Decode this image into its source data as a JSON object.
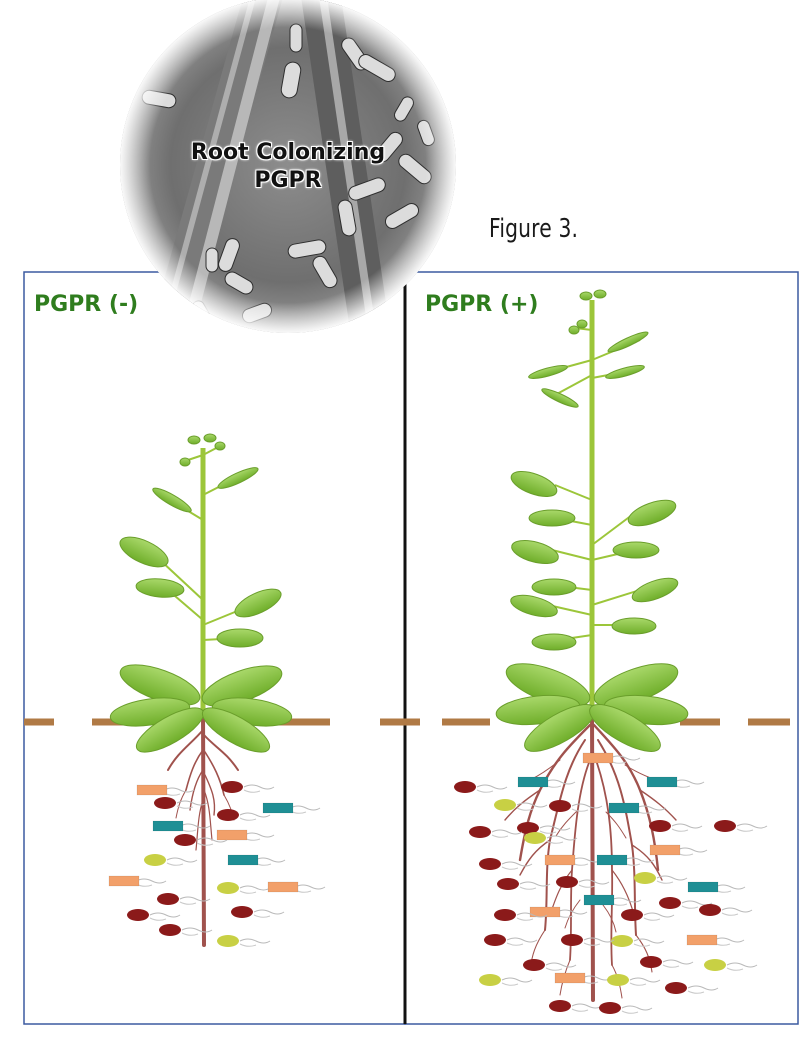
{
  "figure": {
    "caption": "Figure 3."
  },
  "micrograph": {
    "label_line1": "Root Colonizing",
    "label_line2": "PGPR"
  },
  "panels": [
    {
      "label": "PGPR (-)"
    },
    {
      "label": "PGPR (+)"
    }
  ],
  "colors": {
    "panel_label": "#2f7d1e",
    "stem": "#9cc63a",
    "leaf": "#8cc63f",
    "root": "#a0524d",
    "soil_line": "#b07a45",
    "panel_border": "#3b5aa0",
    "divider": "#111111",
    "bacteria_orange": "#f2a06a",
    "bacteria_teal": "#1f8f95",
    "bacteria_maroon": "#8b1a1a",
    "bacteria_yellow": "#c8d044"
  }
}
